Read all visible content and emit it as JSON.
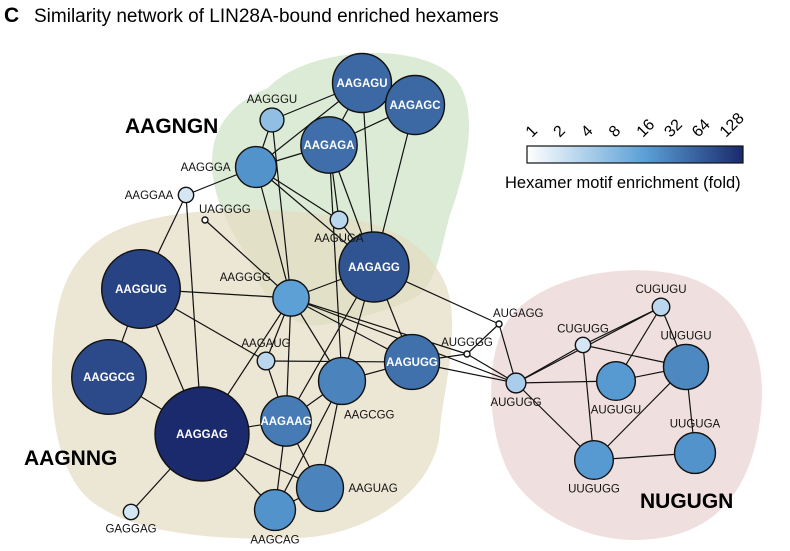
{
  "header": {
    "panel_letter": "C",
    "title": "Similarity network of LIN28A-bound enriched hexamers"
  },
  "groups": [
    {
      "id": "g1",
      "label": "AAGNGN",
      "color": "#cfe3c5"
    },
    {
      "id": "g2",
      "label": "AAGNNG",
      "color": "#e4dcc4"
    },
    {
      "id": "g3",
      "label": "NUGUGN",
      "color": "#e9d2d2"
    }
  ],
  "legend": {
    "title": "Hexamer motif enrichment (fold)",
    "ticks": [
      "1",
      "2",
      "4",
      "8",
      "16",
      "32",
      "64",
      "128"
    ],
    "color_low": "#ffffff",
    "color_mid": "#5a9fd6",
    "color_high": "#1a2a6c"
  },
  "nodes": [
    {
      "id": "AAGAGU",
      "label": "AAGAGU",
      "enrichment": 40
    },
    {
      "id": "AAGAGC",
      "label": "AAGAGC",
      "enrichment": 40
    },
    {
      "id": "AAGGGU",
      "label": "AAGGGU",
      "enrichment": 6
    },
    {
      "id": "AAGAGA",
      "label": "AAGAGA",
      "enrichment": 36
    },
    {
      "id": "AAGGGA",
      "label": "AAGGGA",
      "enrichment": 18
    },
    {
      "id": "AAGGAA",
      "label": "AAGGAA",
      "enrichment": 2
    },
    {
      "id": "UAGGGG",
      "label": "UAGGGG",
      "enrichment": 1
    },
    {
      "id": "AAGUGA",
      "label": "AAGUGA",
      "enrichment": 3
    },
    {
      "id": "AAGAGG",
      "label": "AAGAGG",
      "enrichment": 60
    },
    {
      "id": "AAGGUG",
      "label": "AAGGUG",
      "enrichment": 80
    },
    {
      "id": "AAGGGG",
      "label": "AAGGGG",
      "enrichment": 14
    },
    {
      "id": "AAGAUG",
      "label": "AAGAUG",
      "enrichment": 3
    },
    {
      "id": "AAGUGG",
      "label": "AAGUGG",
      "enrichment": 34
    },
    {
      "id": "AUGAGG",
      "label": "AUGAGG",
      "enrichment": 1
    },
    {
      "id": "AUGGGG",
      "label": "AUGGGG",
      "enrichment": 1
    },
    {
      "id": "AAGGCG",
      "label": "AAGGCG",
      "enrichment": 70
    },
    {
      "id": "AAGCGG",
      "label": "AAGCGG",
      "enrichment": 24
    },
    {
      "id": "AAGAAG",
      "label": "AAGAAG",
      "enrichment": 28
    },
    {
      "id": "AAGGAG",
      "label": "AAGGAG",
      "enrichment": 128
    },
    {
      "id": "AAGUAG",
      "label": "AAGUAG",
      "enrichment": 24
    },
    {
      "id": "GAGGAG",
      "label": "GAGGAG",
      "enrichment": 2
    },
    {
      "id": "AAGCAG",
      "label": "AAGCAG",
      "enrichment": 18
    },
    {
      "id": "CUGUGU",
      "label": "CUGUGU",
      "enrichment": 3
    },
    {
      "id": "CUGUGG",
      "label": "CUGUGG",
      "enrichment": 2
    },
    {
      "id": "UUGUGU",
      "label": "UUGUGU",
      "enrichment": 22
    },
    {
      "id": "AUGUGG",
      "label": "AUGUGG",
      "enrichment": 4
    },
    {
      "id": "AUGUGU",
      "label": "AUGUGU",
      "enrichment": 16
    },
    {
      "id": "UUGUGA",
      "label": "UUGUGA",
      "enrichment": 18
    },
    {
      "id": "UUGUGG",
      "label": "UUGUGG",
      "enrichment": 16
    }
  ],
  "edges": [
    [
      "AAGAGU",
      "AAGAGC"
    ],
    [
      "AAGAGU",
      "AAGAGA"
    ],
    [
      "AAGAGU",
      "AAGGGU"
    ],
    [
      "AAGAGU",
      "AAGGGA"
    ],
    [
      "AAGAGU",
      "AAGAGG"
    ],
    [
      "AAGAGC",
      "AAGAGA"
    ],
    [
      "AAGAGC",
      "AAGAGG"
    ],
    [
      "AAGGGU",
      "AAGGGA"
    ],
    [
      "AAGGGU",
      "AAGGGG"
    ],
    [
      "AAGAGA",
      "AAGGGA"
    ],
    [
      "AAGAGA",
      "AAGUGA"
    ],
    [
      "AAGAGA",
      "AAGAGG"
    ],
    [
      "AAGAGA",
      "AAGCGG"
    ],
    [
      "AAGGGA",
      "AAGGAA"
    ],
    [
      "AAGGGA",
      "AAGUGA"
    ],
    [
      "AAGGGA",
      "AAGGGG"
    ],
    [
      "AAGGGA",
      "AAGAGG"
    ],
    [
      "AAGGAA",
      "AAGGUG"
    ],
    [
      "AAGGAA",
      "AAGGAG"
    ],
    [
      "UAGGGG",
      "AAGGGG"
    ],
    [
      "AAGUGA",
      "AAGAGG"
    ],
    [
      "AAGAGG",
      "AAGGGG"
    ],
    [
      "AAGAGG",
      "AAGUGG"
    ],
    [
      "AAGAGG",
      "AAGCGG"
    ],
    [
      "AAGAGG",
      "AUGAGG"
    ],
    [
      "AAGAGG",
      "AAGAAG"
    ],
    [
      "AAGGUG",
      "AAGGGG"
    ],
    [
      "AAGGUG",
      "AAGGCG"
    ],
    [
      "AAGGUG",
      "AAGGAG"
    ],
    [
      "AAGGUG",
      "AAGAUG"
    ],
    [
      "AAGGGG",
      "AAGUGG"
    ],
    [
      "AAGGGG",
      "AAGCGG"
    ],
    [
      "AAGGGG",
      "AAGGAG"
    ],
    [
      "AAGGGG",
      "AAGAAG"
    ],
    [
      "AAGGGG",
      "AUGGGG"
    ],
    [
      "AAGGGG",
      "AAGAUG"
    ],
    [
      "AAGGGG",
      "AUGUGG"
    ],
    [
      "AAGAUG",
      "AAGUGG"
    ],
    [
      "AAGAUG",
      "AAGAAG"
    ],
    [
      "AAGUGG",
      "AAGCGG"
    ],
    [
      "AAGUGG",
      "AUGUGG"
    ],
    [
      "AAGUGG",
      "AUGGGG"
    ],
    [
      "AUGAGG",
      "AUGGGG"
    ],
    [
      "AUGAGG",
      "AUGUGG"
    ],
    [
      "AUGGGG",
      "AUGUGG"
    ],
    [
      "AAGGCG",
      "AAGGAG"
    ],
    [
      "AAGCGG",
      "AAGAAG"
    ],
    [
      "AAGCGG",
      "AAGCAG"
    ],
    [
      "AAGCGG",
      "AAGUAG"
    ],
    [
      "AAGAAG",
      "AAGGAG"
    ],
    [
      "AAGAAG",
      "AAGCAG"
    ],
    [
      "AAGAAG",
      "AAGUAG"
    ],
    [
      "AAGGAG",
      "AAGUAG"
    ],
    [
      "AAGGAG",
      "AAGCAG"
    ],
    [
      "AAGGAG",
      "GAGGAG"
    ],
    [
      "AAGUAG",
      "AAGCAG"
    ],
    [
      "AUGUGG",
      "CUGUGG"
    ],
    [
      "AUGUGG",
      "AUGUGU"
    ],
    [
      "AUGUGG",
      "UUGUGG"
    ],
    [
      "AUGUGG",
      "CUGUGU"
    ],
    [
      "CUGUGU",
      "CUGUGG"
    ],
    [
      "CUGUGU",
      "UUGUGU"
    ],
    [
      "CUGUGU",
      "AUGUGU"
    ],
    [
      "CUGUGG",
      "UUGUGG"
    ],
    [
      "CUGUGG",
      "UUGUGU"
    ],
    [
      "AUGUGU",
      "UUGUGU"
    ],
    [
      "UUGUGU",
      "UUGUGA"
    ],
    [
      "UUGUGU",
      "UUGUGG"
    ],
    [
      "UUGUGA",
      "UUGUGG"
    ]
  ]
}
